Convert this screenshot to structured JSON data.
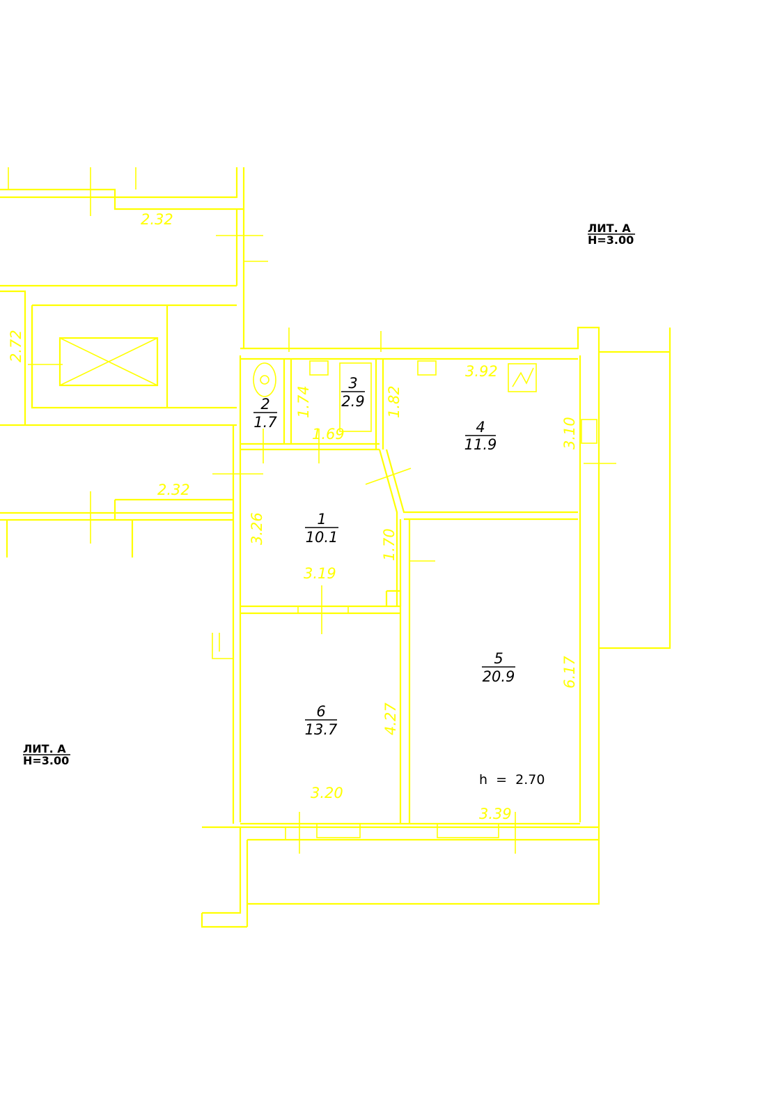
{
  "colors": {
    "lines": "#ffff00",
    "text": "#000000",
    "background": "#ffffff"
  },
  "rooms": [
    {
      "number": "1",
      "area": "10.1"
    },
    {
      "number": "2",
      "area": "1.7"
    },
    {
      "number": "3",
      "area": "2.9"
    },
    {
      "number": "4",
      "area": "11.9"
    },
    {
      "number": "5",
      "area": "20.9"
    },
    {
      "number": "6",
      "area": "13.7"
    }
  ],
  "dimensions": {
    "corridor_top_width": "2.32",
    "corridor_bottom_width": "2.32",
    "stair_depth": "2.72",
    "wc_depth": "1.74",
    "bath_width": "1.69",
    "bath_depth": "1.82",
    "kitchen_width": "3.92",
    "kitchen_depth": "3.10",
    "hall_depth": "3.26",
    "hall_width": "3.19",
    "hall_recess": "1.70",
    "room6_depth": "4.27",
    "room6_width": "3.20",
    "room5_depth": "6.17",
    "room5_width": "3.39"
  },
  "labels": {
    "lit_top": "ЛИТ. А",
    "height_top": "Н=3.00",
    "lit_left": "ЛИТ. А",
    "height_left": "Н=3.00",
    "ceiling_height": "h  =  2.70"
  }
}
